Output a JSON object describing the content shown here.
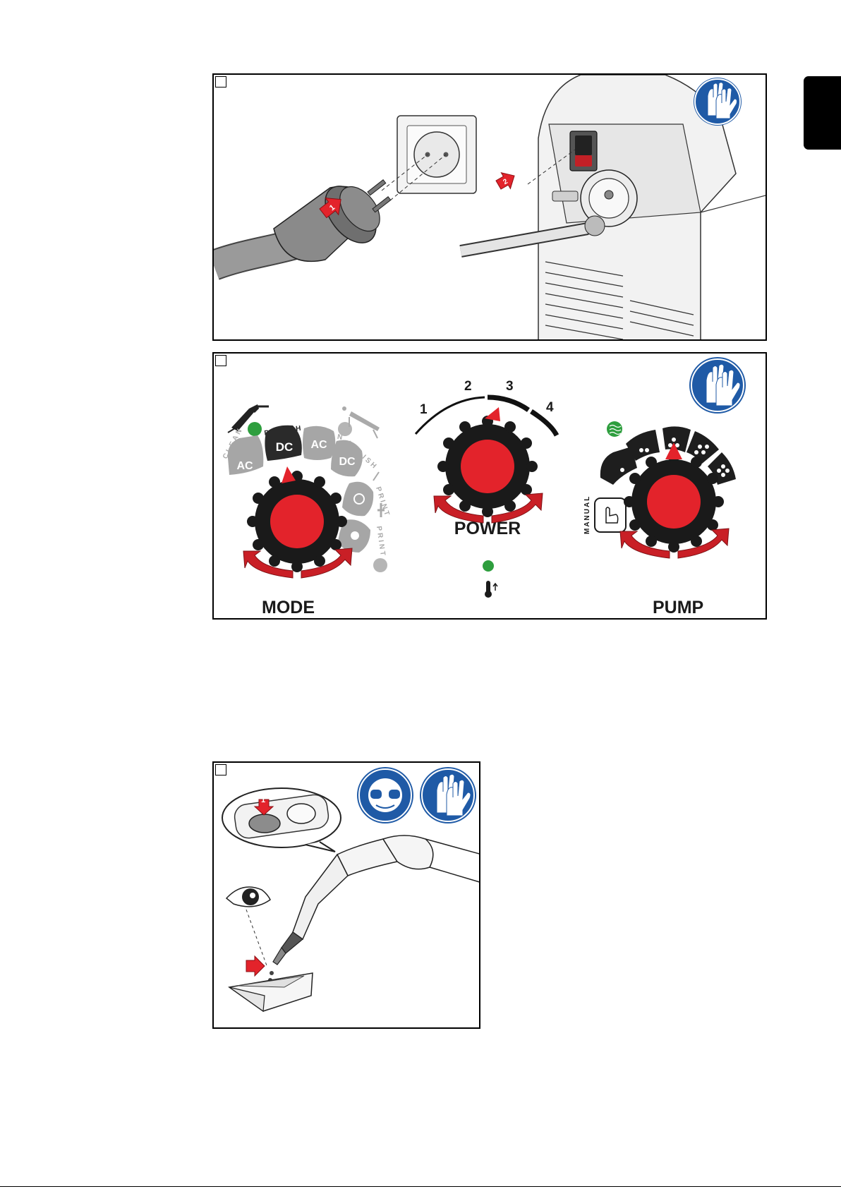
{
  "figure1": {
    "step_marker": "",
    "plug_arrow": "1",
    "switch_arrow": "2",
    "icons": [
      "gloves-icon"
    ]
  },
  "figure2": {
    "mode_label": "MODE",
    "power_label": "POWER",
    "pump_label": "PUMP",
    "mode_buttons": [
      "AC",
      "DC",
      "AC",
      "DC"
    ],
    "mode_arc_labels": [
      "CLEAN",
      "POLISH",
      "CLEAN",
      "POLISH",
      "PRINT",
      "PRINT"
    ],
    "power_levels": [
      "1",
      "2",
      "3",
      "4"
    ],
    "pump_manual_label": "MANUAL",
    "icons": [
      "gloves-icon",
      "thermometer-icon",
      "coolant-icon",
      "manual-hand-icon"
    ]
  },
  "figure3": {
    "button_arrow": "1",
    "icons": [
      "safety-goggles-icon",
      "gloves-icon",
      "eye-icon"
    ]
  },
  "colors": {
    "accent_red": "#e3232b",
    "dark_red": "#b01c22",
    "sign_blue": "#1f5aa6",
    "led_green": "#2e9e3e",
    "grey_button": "#a6a6a6"
  }
}
